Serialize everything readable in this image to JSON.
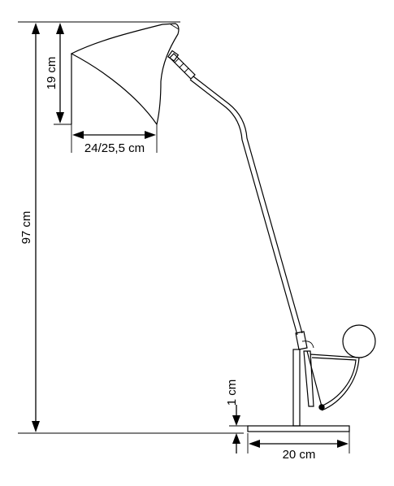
{
  "diagram": {
    "dimensions": {
      "total_height": "97 cm",
      "shade_height": "19 cm",
      "shade_width": "24/25,5 cm",
      "base_height": "1 cm",
      "base_width": "20 cm"
    },
    "line_color": "#000000",
    "background_color": "#ffffff"
  }
}
